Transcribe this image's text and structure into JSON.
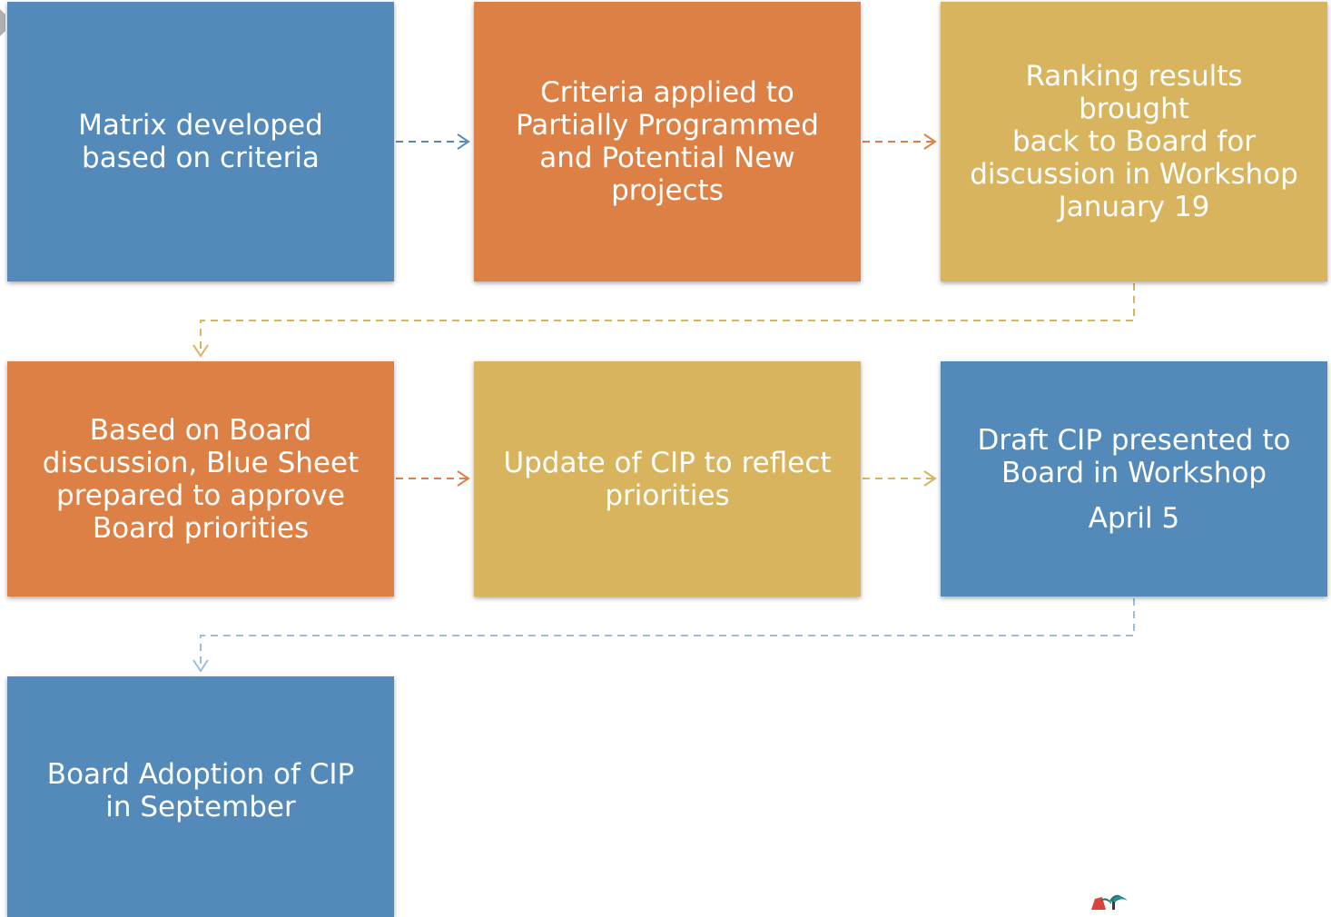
{
  "steps": [
    {
      "id": "step-1",
      "color": "#548ab9",
      "lines": [
        "Matrix developed",
        "based on criteria"
      ],
      "sub": ""
    },
    {
      "id": "step-2",
      "color": "#dd8046",
      "lines": [
        "Criteria applied to",
        "Partially Programmed",
        "and Potential New",
        "projects"
      ],
      "sub": ""
    },
    {
      "id": "step-3",
      "color": "#d8b45e",
      "lines": [
        "Ranking results brought",
        "back to Board for",
        "discussion in Workshop",
        "January 19"
      ],
      "sub": ""
    },
    {
      "id": "step-4",
      "color": "#dd8046",
      "lines": [
        "Based on Board",
        "discussion, Blue Sheet",
        "prepared to approve",
        "Board priorities"
      ],
      "sub": ""
    },
    {
      "id": "step-5",
      "color": "#d8b45e",
      "lines": [
        "Update of CIP to reflect",
        "priorities"
      ],
      "sub": ""
    },
    {
      "id": "step-6",
      "color": "#548ab9",
      "lines": [
        "Draft CIP presented to",
        "Board in Workshop"
      ],
      "sub": "April 5"
    },
    {
      "id": "step-7",
      "color": "#548ab9",
      "lines": [
        "Board Adoption of CIP",
        "in September"
      ],
      "sub": ""
    }
  ],
  "connectors": [
    {
      "from": "step-1",
      "to": "step-2",
      "color": "#548ab9"
    },
    {
      "from": "step-2",
      "to": "step-3",
      "color": "#dd8046"
    },
    {
      "from": "step-3",
      "to": "step-4",
      "color": "#d8b45e"
    },
    {
      "from": "step-4",
      "to": "step-5",
      "color": "#dd8046"
    },
    {
      "from": "step-5",
      "to": "step-6",
      "color": "#d8b45e"
    },
    {
      "from": "step-6",
      "to": "step-7",
      "color": "#9fbcd8"
    }
  ],
  "logo_icon": "palm-tree-logo-icon"
}
